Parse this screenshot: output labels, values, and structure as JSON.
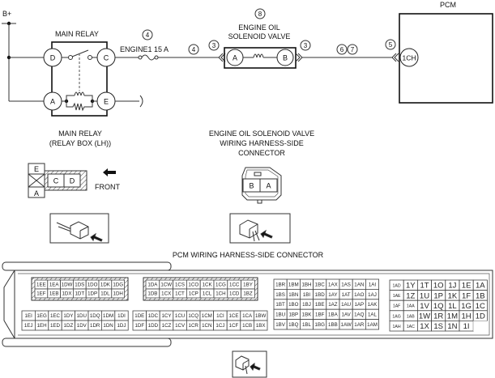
{
  "schematic": {
    "supply_label": "B+",
    "main_relay_title": "MAIN RELAY",
    "relay_terminals": [
      "D",
      "C",
      "A",
      "E"
    ],
    "fuse_label": "ENGINE1 15 A",
    "callouts": {
      "fuse": "4",
      "wire_after_fuse": "4",
      "connector_left": "3",
      "connector_right": "3",
      "solenoid": "8",
      "wire_to_pcm_a": "6",
      "wire_to_pcm_b": "7",
      "pcm_connector": "5"
    },
    "solenoid_title_line1": "ENGINE OIL",
    "solenoid_title_line2": "SOLENOID VALVE",
    "solenoid_terminals": [
      "A",
      "B"
    ],
    "pcm_title": "PCM",
    "pcm_terminal": "1CH"
  },
  "relay_connector": {
    "title_line1": "MAIN RELAY",
    "title_line2": "(RELAY BOX (LH))",
    "terminals": {
      "top": "E",
      "bottom": "A",
      "mid1": "C",
      "mid2": "D"
    },
    "front_label": "FRONT"
  },
  "solenoid_connector": {
    "title_line1": "ENGINE OIL SOLENOID VALVE",
    "title_line2": "WIRING HARNESS-SIDE",
    "title_line3": "CONNECTOR",
    "terminals": [
      "B",
      "A"
    ]
  },
  "pcm_connector": {
    "title": "PCM WIRING HARNESS-SIDE CONNECTOR",
    "block1_top": [
      [
        "1EE",
        "1EA",
        "1DW",
        "1DS",
        "1DO",
        "1DK",
        "1DG"
      ],
      [
        "1EF",
        "1EB",
        "1DX",
        "1DT",
        "1DP",
        "1DL",
        "1DH"
      ]
    ],
    "block2_top": [
      [
        "1DA",
        "1CW",
        "1CS",
        "1CO",
        "1CK",
        "1CG",
        "1CC",
        "1BY"
      ],
      [
        "1DB",
        "1CX",
        "1CT",
        "1CP",
        "1CL",
        "1CH",
        "1CD",
        "1BZ"
      ]
    ],
    "block1_bottom": [
      [
        "1EI",
        "1EG",
        "1EC",
        "1DY",
        "1DU",
        "1DQ",
        "1DM",
        "1DI"
      ],
      [
        "1EJ",
        "1EH",
        "1ED",
        "1DZ",
        "1DV",
        "1DR",
        "1DN",
        "1DJ"
      ]
    ],
    "block2_bottom": [
      [
        "1DE",
        "1DC",
        "1CY",
        "1CU",
        "1CQ",
        "1CM",
        "1CI",
        "1CE",
        "1CA",
        "1BW"
      ],
      [
        "1DF",
        "1DD",
        "1CZ",
        "1CV",
        "1CR",
        "1CN",
        "1CJ",
        "1CF",
        "1CB",
        "1BX"
      ]
    ],
    "block3": [
      [
        "1BR",
        "1BM",
        "1BH",
        "1BC",
        "1AX",
        "1AS",
        "1AN",
        "1AI"
      ],
      [
        "1BS",
        "1BN",
        "1BI",
        "1BD",
        "1AY",
        "1AT",
        "1AO",
        "1AJ"
      ],
      [
        "1BT",
        "1BO",
        "1BJ",
        "1BE",
        "1AZ",
        "1AU",
        "1AP",
        "1AK"
      ],
      [
        "1BU",
        "1BP",
        "1BK",
        "1BF",
        "1BA",
        "1AV",
        "1AQ",
        "1AL"
      ],
      [
        "1BV",
        "1BQ",
        "1BL",
        "1BG",
        "1BB",
        "1AW",
        "1AR",
        "1AM"
      ]
    ],
    "block4": [
      [
        "1AD",
        "1Y",
        "1T",
        "1O",
        "1J",
        "1E",
        "1A"
      ],
      [
        "1AE",
        "1Z",
        "1U",
        "1P",
        "1K",
        "1F",
        "1B"
      ],
      [
        "1AF",
        "1AA",
        "1V",
        "1Q",
        "1L",
        "1G",
        "1C"
      ],
      [
        "1AG",
        "1AB",
        "1W",
        "1R",
        "1M",
        "1H",
        "1D"
      ],
      [
        "1AH",
        "1AC",
        "1X",
        "1S",
        "1N",
        "1I",
        ""
      ]
    ]
  }
}
